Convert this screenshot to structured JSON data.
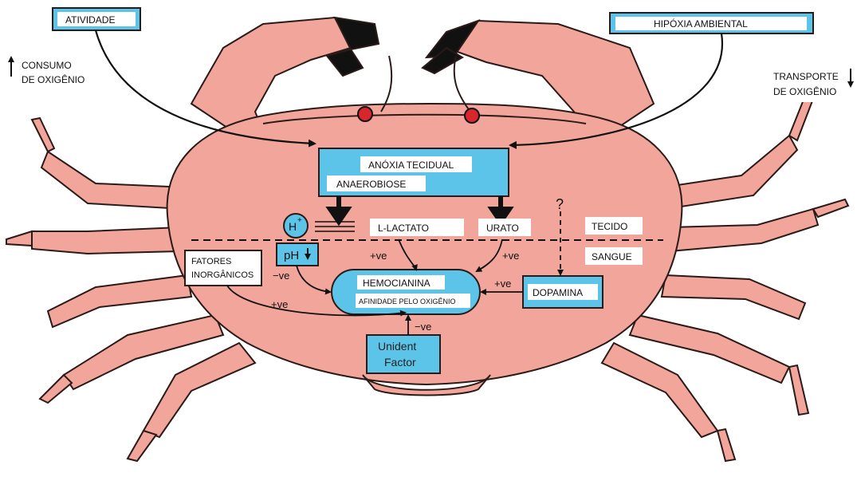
{
  "colors": {
    "shell": "#F2A59A",
    "shell_outline": "#2a1a18",
    "box_blue": "#5CC4E8",
    "claw_tip": "#111111",
    "eye_red": "#D8262C",
    "arrow": "#111111"
  },
  "labels": {
    "atividade": "ATIVIDADE",
    "hipoxia": "HIPÓXIA AMBIENTAL",
    "consumo_line1": "CONSUMO",
    "consumo_line2": "DE OXIGÊNIO",
    "transporte_line1": "TRANSPORTE",
    "transporte_line2": "DE OXIGÊNIO",
    "anoxia": "ANÓXIA TECIDUAL",
    "anaerobiose": "ANAEROBIOSE",
    "h_plus": "H",
    "h_plus_sup": "+",
    "lactato": "L-LACTATO",
    "urato": "URATO",
    "tecido": "TECIDO",
    "sangue": "SANGUE",
    "ph": "pH",
    "fatores_line1": "FATORES",
    "fatores_line2": "INORGÂNICOS",
    "hemocianina": "HEMOCIANINA",
    "afinidade": "AFINIDADE PELO OXIGÊNIO",
    "dopamina": "DOPAMINA",
    "unident_line1": "Unident",
    "unident_line2": "Factor",
    "question": "?",
    "plus_ve_lactato": "+ve",
    "plus_ve_urato": "+ve",
    "plus_ve_dopamina": "+ve",
    "plus_ve_fatores": "+ve",
    "minus_ve_ph": "−ve",
    "minus_ve_unident": "−ve"
  },
  "icons": {
    "consumo_arrow": "arrow-up-icon",
    "transporte_arrow": "arrow-down-icon",
    "ph_arrow": "arrow-down-icon"
  }
}
